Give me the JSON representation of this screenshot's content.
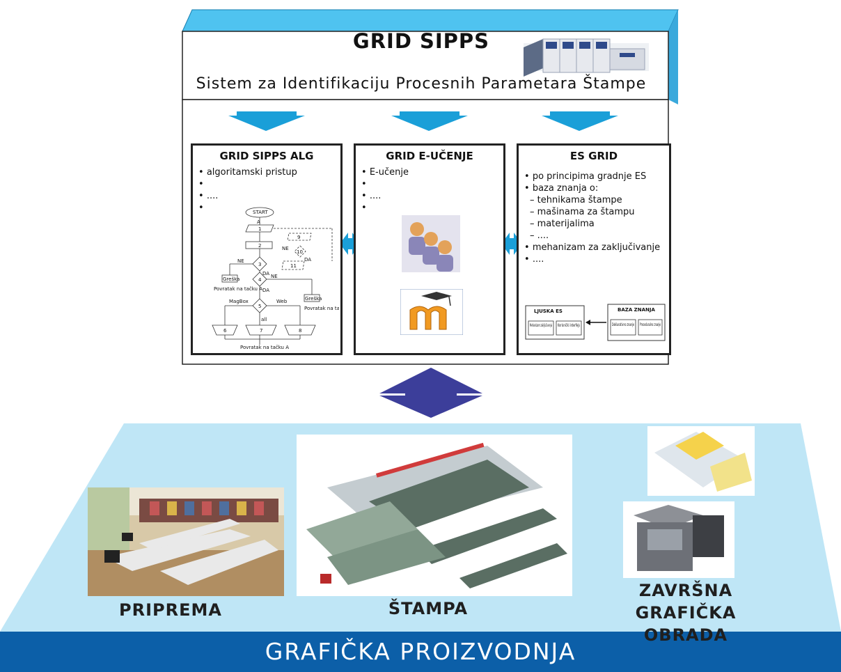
{
  "header": {
    "title": "GRID SIPPS",
    "subtitle": "Sistem za Identifikaciju Procesnih Parametara Štampe"
  },
  "panels": [
    {
      "title": "GRID SIPPS ALG",
      "items": [
        "algoritamski pristup",
        "",
        "....",
        ""
      ]
    },
    {
      "title": "GRID E-UČENJE",
      "items": [
        "E-učenje",
        "",
        "....",
        ""
      ]
    },
    {
      "title": "ES GRID",
      "items": [
        {
          "text": "po principima gradnje ES",
          "level": 0
        },
        {
          "text": "baza znanja o:",
          "level": 0
        },
        {
          "text": "tehnikama štampe",
          "level": 1
        },
        {
          "text": "mašinama za štampu",
          "level": 1
        },
        {
          "text": "materijalima",
          "level": 1
        },
        {
          "text": "....",
          "level": 1
        },
        {
          "text": "mehanizam za zaključivanje",
          "level": 0
        },
        {
          "text": "....",
          "level": 0
        }
      ]
    }
  ],
  "flowchart": {
    "start": "START",
    "labels": [
      "A",
      "1",
      "2",
      "3",
      "4",
      "5",
      "6",
      "7",
      "8",
      "9",
      "10",
      "11",
      "NE",
      "DA",
      "NE",
      "DA",
      "NE",
      "DA",
      "Greška",
      "Greška",
      "Povratak na tačku A",
      "Povratak na tačku A",
      "Povratak na tačku A",
      "MagBox",
      "Web",
      "all"
    ]
  },
  "es_diagram": {
    "shell_title": "LJUSKA ES",
    "shell_boxes": [
      "Mehanizam zaključivanja",
      "Korisnički interfejs"
    ],
    "kb_title": "BAZA ZNANJA",
    "kb_boxes": [
      "Deklarativno znanje",
      "Proceduralno znanje"
    ]
  },
  "bottom": {
    "labels": [
      "PRIPREMA",
      "ŠTAMPA",
      "ZAVRŠNA GRAFIČKA OBRADA"
    ],
    "footer": "GRAFIČKA PROIZVODNJA"
  },
  "colors": {
    "light_blue": "#58c5f0",
    "plane_blue": "#bfe6f6",
    "dark_blue": "#0c5fa8",
    "arrow_indigo": "#3c3e9a"
  }
}
